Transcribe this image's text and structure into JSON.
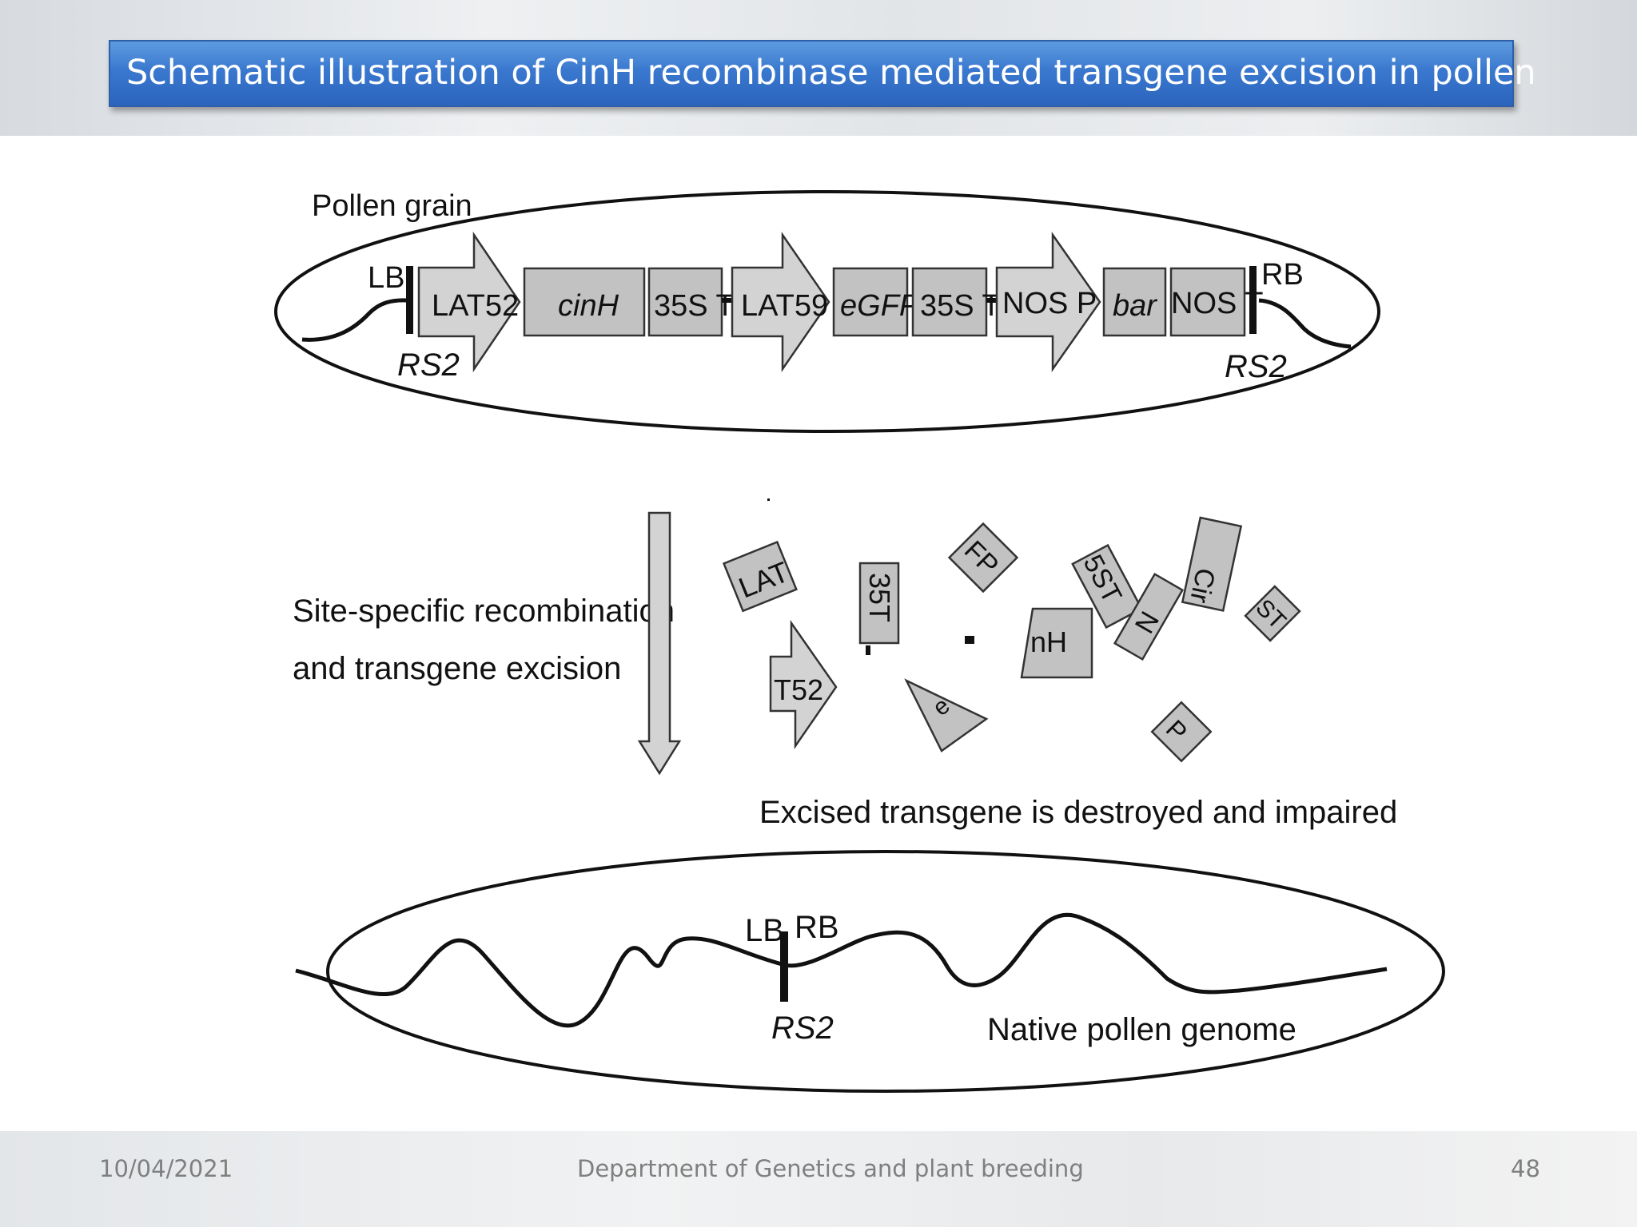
{
  "slide": {
    "title": "Schematic illustration of CinH recombinase mediated transgene excision in pollen",
    "accent_color": "#3a78cf"
  },
  "footer": {
    "date": "10/04/2021",
    "department": "Department of Genetics and plant breeding",
    "page_number": "48"
  },
  "diagram": {
    "pollen_grain_label": "Pollen grain",
    "construct": {
      "lb": "LB",
      "rb": "RB",
      "rs2_left": "RS2",
      "rs2_right": "RS2",
      "elements": [
        "LAT52",
        "cinH",
        "35S T",
        "LAT59",
        "eGFP",
        "35S T",
        "NOS P",
        "bar",
        "NOS T"
      ]
    },
    "process_label_line1": "Site-specific recombination",
    "process_label_line2": "and transgene excision",
    "fragments": [
      "LAT",
      "35T",
      "FP",
      "5ST",
      "Cir",
      "T52",
      "nH",
      "N",
      "ST",
      "e",
      "P"
    ],
    "excised_label": "Excised transgene is destroyed and impaired",
    "genome": {
      "lb": "LB",
      "rb": "RB",
      "rs2": "RS2",
      "label": "Native pollen genome"
    }
  }
}
